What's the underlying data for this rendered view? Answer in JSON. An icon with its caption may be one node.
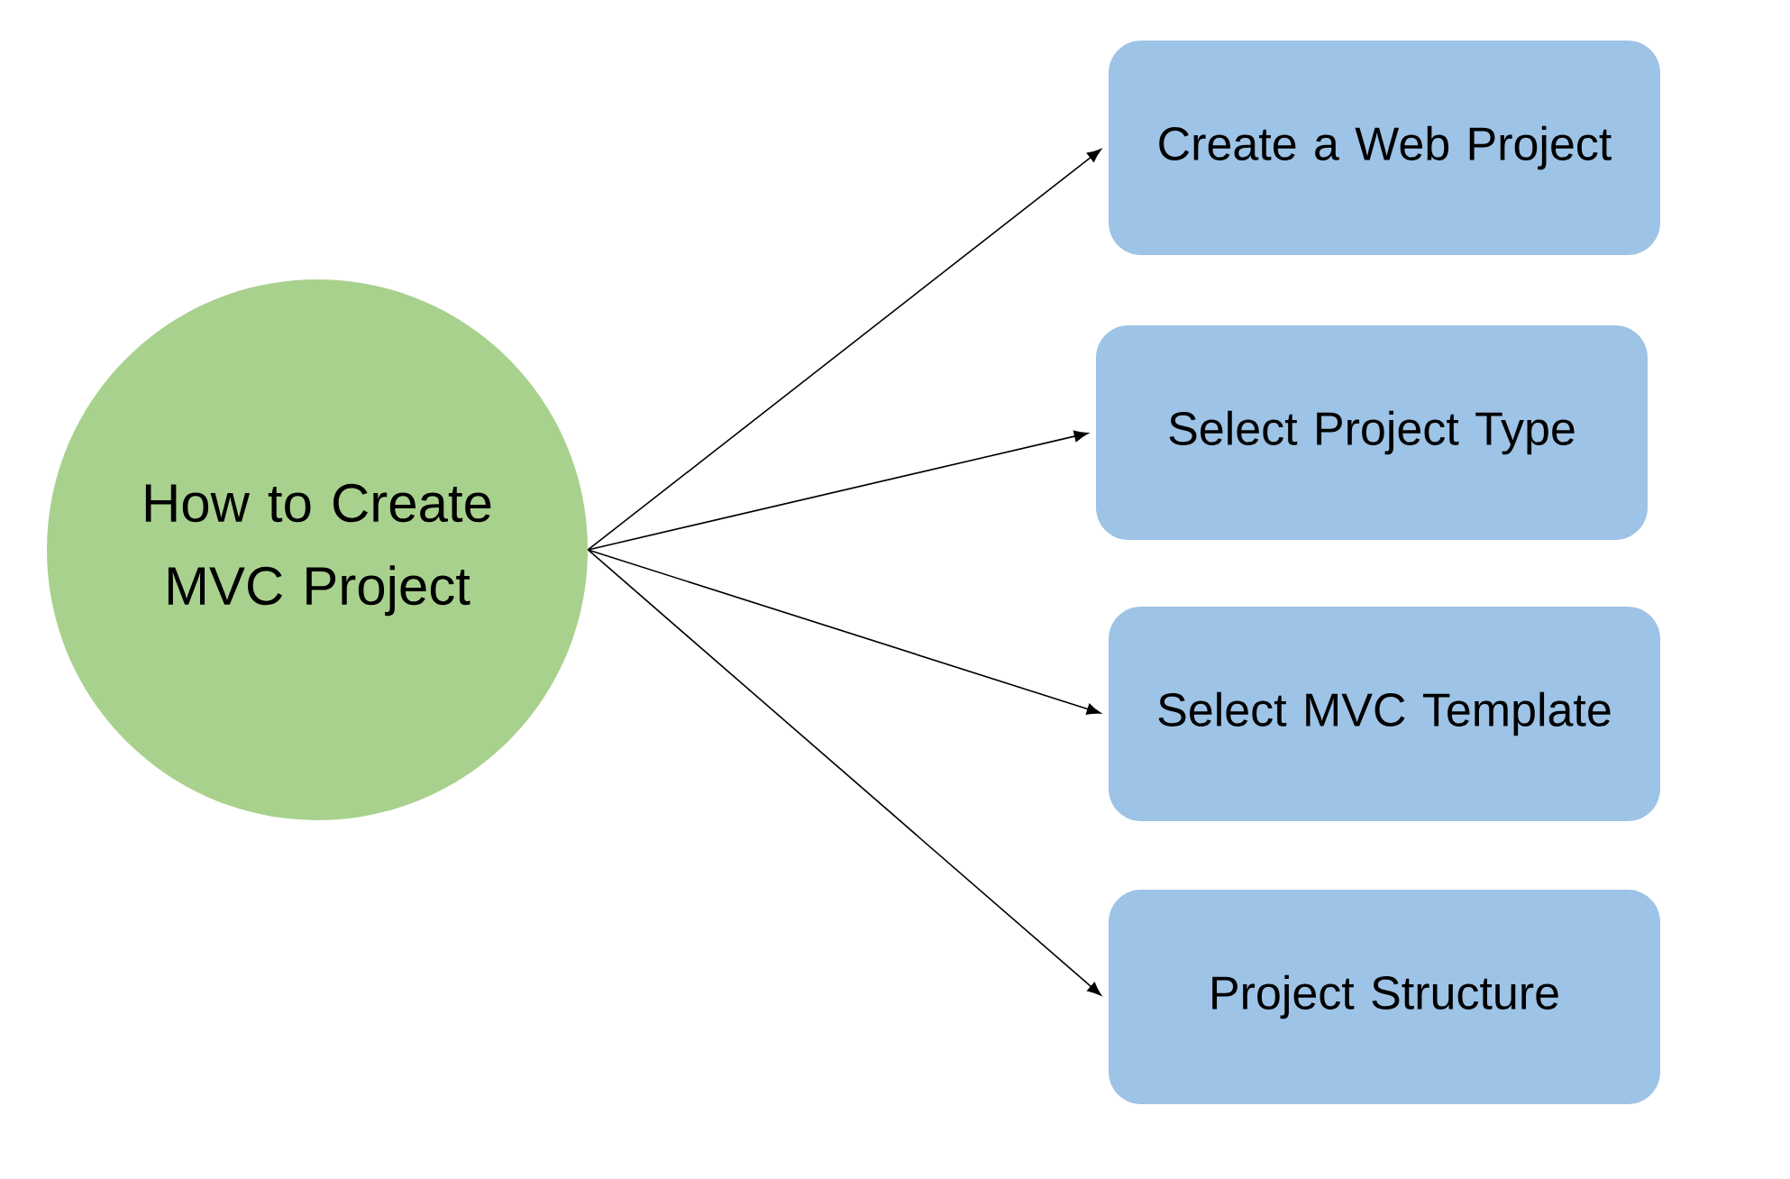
{
  "diagram": {
    "nodes": [
      {
        "text": [
          "How to Create MVC Project"
        ]
      },
      {
        "text": [
          "Create a Web Project"
        ]
      },
      {
        "text": [
          "Select Project Type"
        ]
      },
      {
        "text": [
          "Select MVC Template"
        ]
      },
      {
        "text": [
          "Project Structure"
        ]
      }
    ],
    "edges": [
      {
        "from": 0,
        "to": 1,
        "arrow": "to"
      },
      {
        "from": 0,
        "to": 2,
        "arrow": "to"
      },
      {
        "from": 0,
        "to": 3,
        "arrow": "to"
      },
      {
        "from": 0,
        "to": 4,
        "arrow": "to"
      }
    ]
  }
}
